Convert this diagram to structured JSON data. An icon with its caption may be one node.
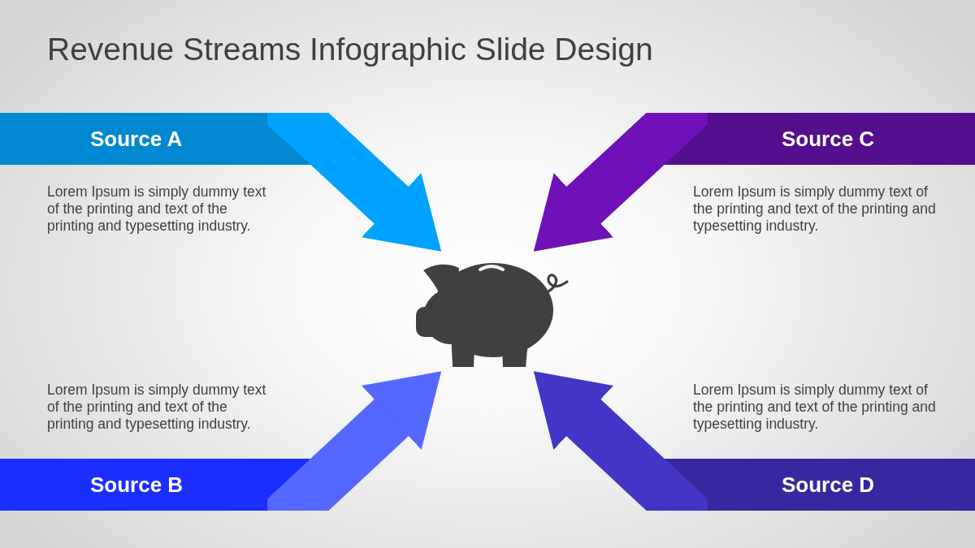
{
  "diagram": {
    "title": "Revenue Streams Infographic Slide Design",
    "nodes": [
      {
        "text": [
          "Source A"
        ],
        "beside": [
          "Lorem Ipsum is simply dummy text of the printing and text of the printing and typesetting industry."
        ]
      },
      {
        "text": [
          "Source C"
        ],
        "beside": [
          "Lorem Ipsum is simply dummy text of the printing and text of the printing and typesetting industry."
        ]
      },
      {
        "text": [],
        "shape": "picture"
      },
      {
        "text": [
          "Source B"
        ],
        "beside": [
          "Lorem Ipsum is simply dummy text of the printing and text of the printing and typesetting industry."
        ]
      },
      {
        "text": [
          "Source D"
        ],
        "beside": [
          "Lorem Ipsum is simply dummy text of the printing and text of the printing and typesetting industry."
        ]
      }
    ],
    "edges": [
      {
        "from": 0,
        "to": 2,
        "arrow": "to",
        "color": "#00a2ff"
      },
      {
        "from": 1,
        "to": 2,
        "arrow": "to",
        "color": "#6f11b8"
      },
      {
        "from": 3,
        "to": 2,
        "arrow": "to",
        "color": "#5468ff"
      },
      {
        "from": 4,
        "to": 2,
        "arrow": "to",
        "color": "#4336c6"
      }
    ]
  }
}
